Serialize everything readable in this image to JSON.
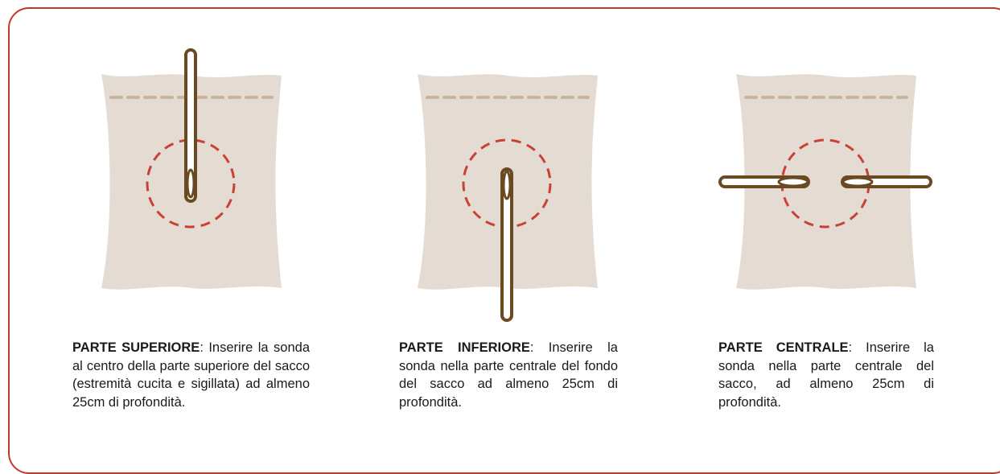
{
  "colors": {
    "frame": "#c0392b",
    "sack": "#e4dcd3",
    "stitch": "#c9b59e",
    "target_circle": "#c94135",
    "probe": "#6b4a22"
  },
  "panels": [
    {
      "title": "PARTE SUPERIORE",
      "text": ": Inserire la sonda al centro della parte superiore del sacco (estremità cucita e sigillata) ad almeno 25cm di profondità."
    },
    {
      "title": "PARTE INFERIORE",
      "text": ": Inserire la sonda nella parte centrale del fondo del sacco ad almeno 25cm di profondità."
    },
    {
      "title": "PARTE CENTRALE",
      "text": ": Inserire la sonda nella parte centrale del sacco, ad almeno 25cm di profondità."
    }
  ]
}
